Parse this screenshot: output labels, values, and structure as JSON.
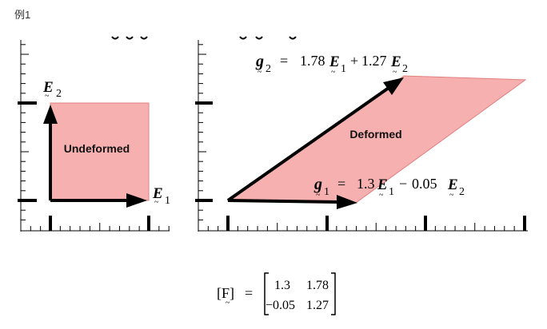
{
  "example_label": "例1",
  "left_panel": {
    "shape_label": "Undeformed",
    "basis_E1": "E",
    "basis_E1_sub": "1",
    "basis_E2": "E",
    "basis_E2_sub": "2"
  },
  "right_panel": {
    "shape_label": "Deformed",
    "g1": {
      "sym": "g",
      "sub": "1",
      "eq": "=",
      "c1": "1.3",
      "e1": "E",
      "e1_sub": "1",
      "op": "−",
      "c2": "0.05",
      "e2": "E",
      "e2_sub": "2"
    },
    "g2": {
      "sym": "g",
      "sub": "2",
      "eq": "=",
      "c1": "1.78",
      "e1": "E",
      "e1_sub": "1",
      "op": "+",
      "c2": "1.27",
      "e2": "E",
      "e2_sub": "2"
    }
  },
  "matrix": {
    "lhs": "[F]",
    "eq": "=",
    "rows": [
      [
        "1.3",
        "1.78"
      ],
      [
        "−0.05",
        "1.27"
      ]
    ]
  },
  "colors": {
    "fill": "#f7b0b0",
    "fill_edge": "#e07070",
    "arrow": "#000000"
  }
}
